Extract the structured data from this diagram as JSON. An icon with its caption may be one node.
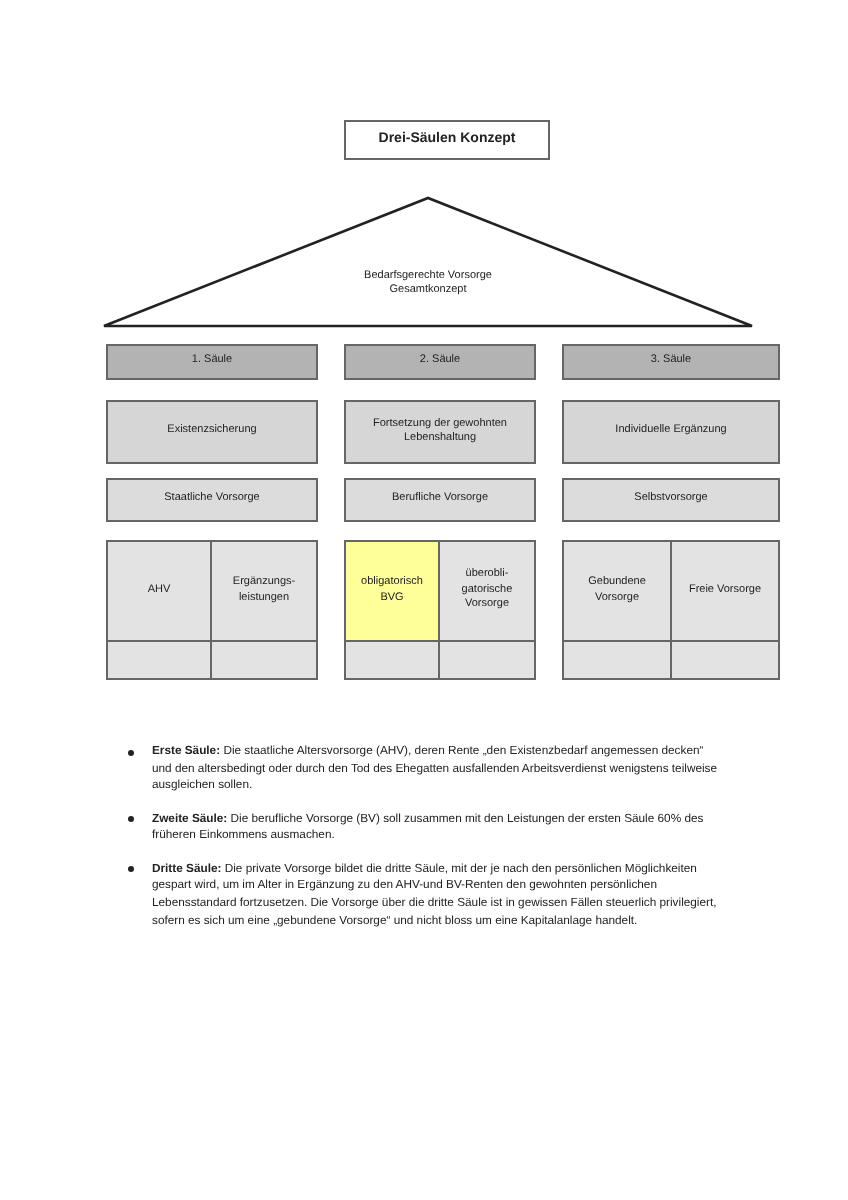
{
  "diagram": {
    "nodes": [
      {
        "text": [
          "Drei-Säulen Konzept"
        ]
      },
      {
        "text": [
          "Bedarfsgerechte Vorsorge Gesamtkonzept"
        ]
      },
      {
        "text": [
          "1. Säule"
        ]
      },
      {
        "text": [
          "2. Säule"
        ]
      },
      {
        "text": [
          "3. Säule"
        ]
      },
      {
        "text": [
          "Existenzsicherung"
        ]
      },
      {
        "text": [
          "Fortsetzung der gewohnten Lebenshaltung"
        ]
      },
      {
        "text": [
          "Individuelle Ergänzung"
        ]
      },
      {
        "text": [
          "Staatliche Vorsorge"
        ]
      },
      {
        "text": [
          "Berufliche Vorsorge"
        ]
      },
      {
        "text": [
          "Selbstvorsorge"
        ]
      },
      {
        "text": [
          "AHV"
        ]
      },
      {
        "text": [
          "Ergänzungs-leistungen"
        ]
      },
      {
        "text": [
          "obligatorisch BVG"
        ]
      },
      {
        "text": [
          "überobli-gatorische Vorsorge"
        ]
      },
      {
        "text": [
          "Gebundene Vorsorge"
        ]
      },
      {
        "text": [
          "Freie Vorsorge"
        ]
      },
      {
        "text": [],
        "shape": "box"
      },
      {
        "text": [],
        "shape": "box"
      },
      {
        "text": [],
        "shape": "box"
      },
      {
        "text": [],
        "shape": "box"
      },
      {
        "text": [],
        "shape": "box"
      },
      {
        "text": [],
        "shape": "box"
      }
    ],
    "labels": [
      "**Erste Säule:** Die staatliche Altersvorsorge (AHV), deren Rente „den Existenzbedarf angemessen decken“ und den altersbedingt oder durch den Tod des Ehegatten ausfallenden Arbeitsverdienst wenigstens teilweise ausgleichen sollen.",
      "**Zweite Säule:** Die berufliche Vorsorge (BV) soll zusammen mit den Leistungen der ersten Säule 60% des früheren Einkommens ausmachen.",
      "**Dritte Säule:** Die private Vorsorge bildet die dritte Säule, mit der je nach den persönlichen Möglichkeiten gespart wird, um im Alter in Ergänzung zu den AHV-und BV-Renten den gewohnten persönlichen Lebensstandard fortzusetzen. Die Vorsorge über die dritte Säule ist in gewissen Fällen steuerlich privilegiert, sofern es sich um eine „gebundene Vorsorge“ und nicht bloss um eine Kapitalanlage handelt."
    ]
  }
}
